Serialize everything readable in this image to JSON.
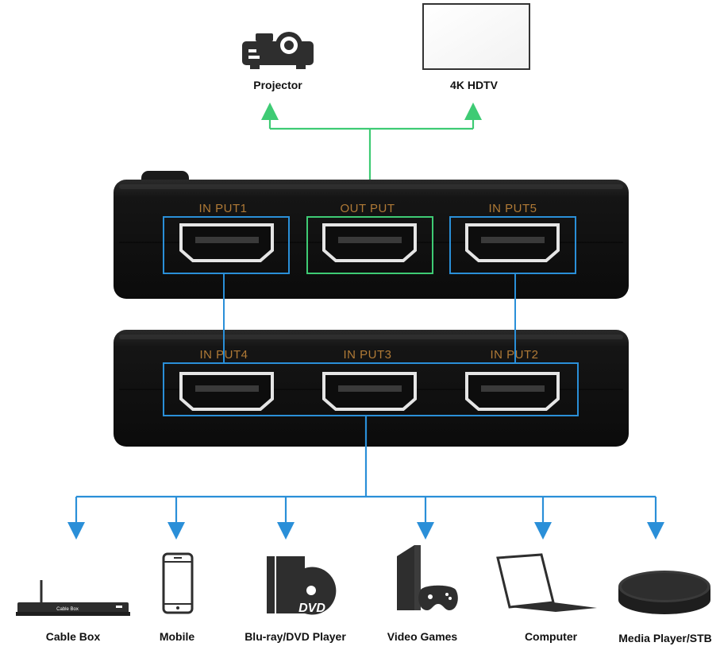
{
  "outputs": {
    "projector": "Projector",
    "tv": "4K HDTV"
  },
  "switch_top": {
    "left_port": "IN PUT1",
    "center_port": "OUT PUT",
    "right_port": "IN PUT5"
  },
  "switch_bottom": {
    "left_port": "IN PUT4",
    "center_port": "IN PUT3",
    "right_port": "IN PUT2"
  },
  "sources": [
    {
      "label": "Cable Box",
      "icon": "cable-box-icon"
    },
    {
      "label": "Mobile",
      "icon": "mobile-phone-icon"
    },
    {
      "label": "Blu-ray/DVD Player",
      "icon": "dvd-player-icon"
    },
    {
      "label": "Video Games",
      "icon": "game-console-icon"
    },
    {
      "label": "Computer",
      "icon": "laptop-icon"
    },
    {
      "label": "Media Player/STB",
      "icon": "media-player-icon"
    }
  ],
  "device_brand_text": "Cable Box",
  "dvd_text": "DVD",
  "colors": {
    "output_line": "#3ecb74",
    "input_line": "#2a8fd8",
    "port_label": "#b07a36",
    "device_body": "#141414"
  }
}
